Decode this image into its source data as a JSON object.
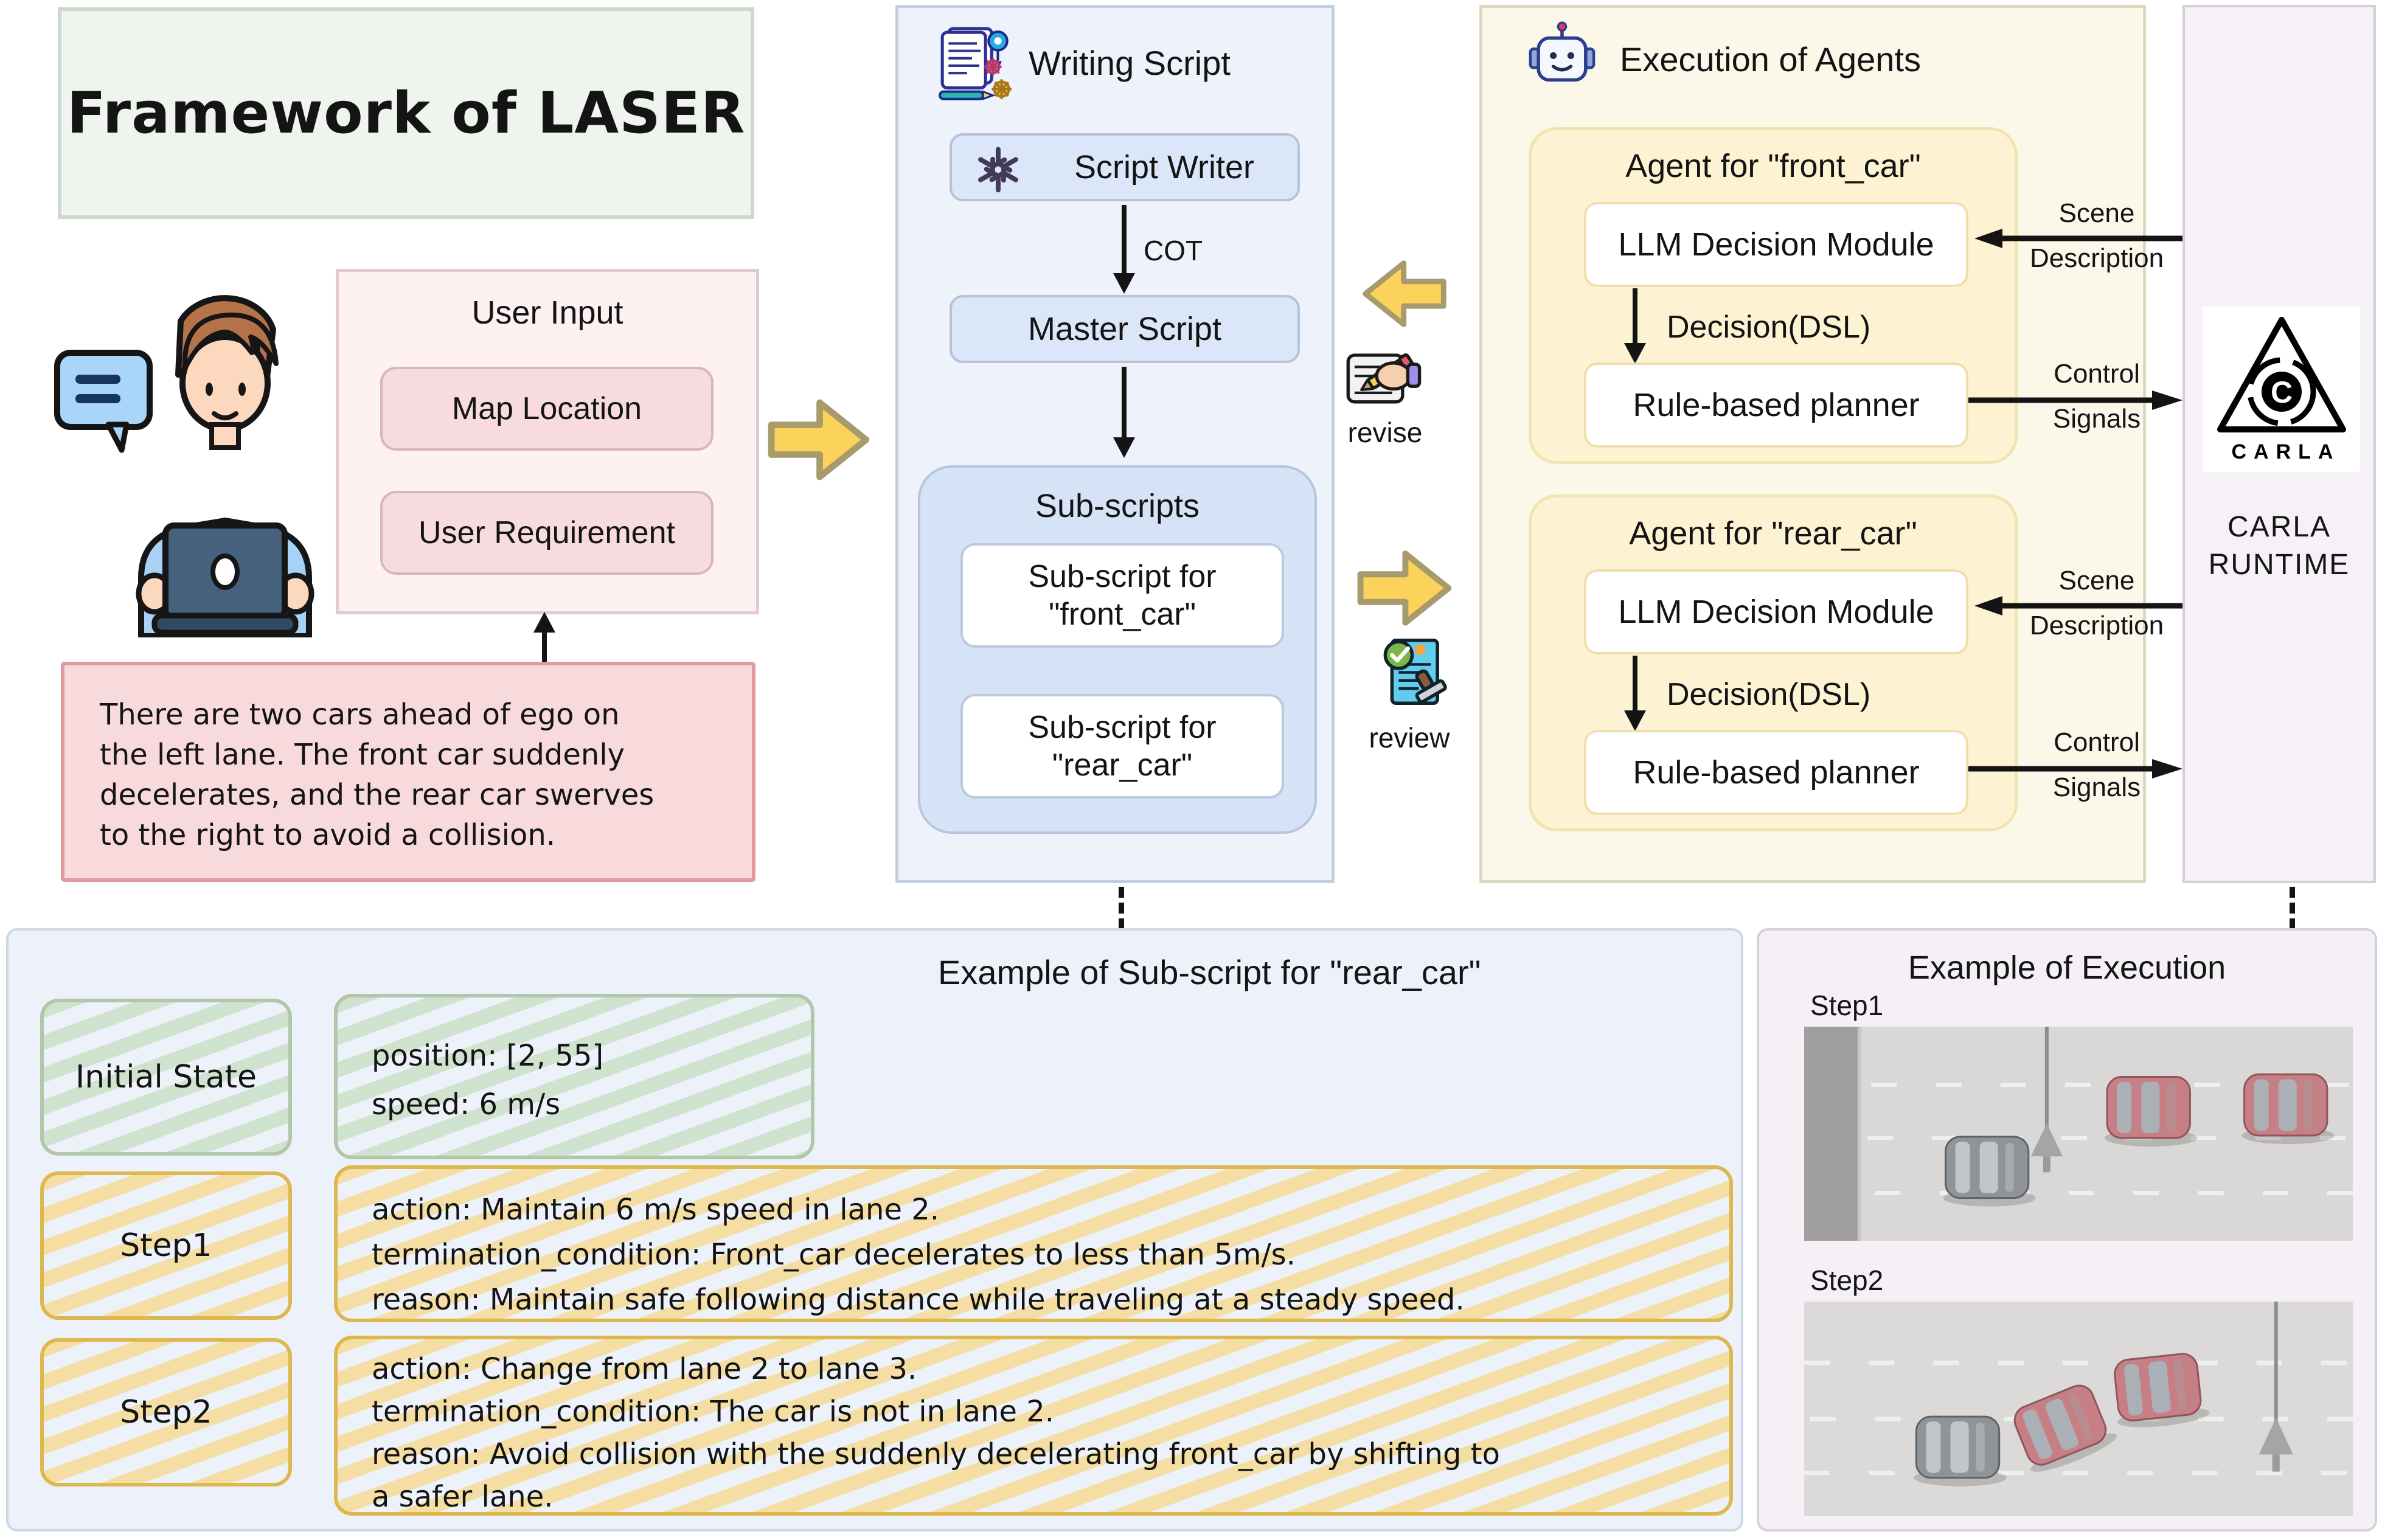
{
  "framework_title": "Framework of LASER",
  "user_input": {
    "title": "User Input",
    "fields": [
      "Map Location",
      "User Requirement"
    ],
    "scenario_lines": [
      "There are two cars ahead of ego on",
      "the left lane. The front car suddenly",
      "decelerates, and the rear car swerves",
      "to the right to avoid a collision."
    ]
  },
  "writing_script": {
    "title": "Writing Script",
    "script_writer_label": "Script Writer",
    "cot_label": "COT",
    "master_script_label": "Master Script",
    "sub_scripts_title": "Sub-scripts",
    "sub_script_items": [
      "Sub-script for \"front_car\"",
      "Sub-script for \"rear_car\""
    ]
  },
  "feedback": {
    "revise_label": "revise",
    "review_label": "review"
  },
  "execution": {
    "title": "Execution of Agents",
    "agents": [
      {
        "title": "Agent for \"front_car\"",
        "llm_label": "LLM Decision Module",
        "decision_label": "Decision(DSL)",
        "planner_label": "Rule-based planner"
      },
      {
        "title": "Agent for \"rear_car\"",
        "llm_label": "LLM Decision Module",
        "decision_label": "Decision(DSL)",
        "planner_label": "Rule-based planner"
      }
    ],
    "scene_lines": [
      "Scene",
      "Description"
    ],
    "control_lines": [
      "Control",
      "Signals"
    ]
  },
  "carla": {
    "logo_letter": "C",
    "logo_wordmark": "CARLA",
    "runtime_lines": [
      "CARLA",
      "RUNTIME"
    ]
  },
  "subscript_example": {
    "title": "Example of Sub-script for \"rear_car\"",
    "rows": [
      {
        "label": "Initial State",
        "style": "green",
        "lines": [
          "position: [2, 55]",
          "speed: 6 m/s"
        ]
      },
      {
        "label": "Step1",
        "style": "yellow",
        "lines": [
          "action: Maintain 6 m/s speed in lane 2.",
          "termination_condition: Front_car decelerates to less than 5m/s.",
          "reason: Maintain safe following distance while traveling at a steady speed."
        ]
      },
      {
        "label": "Step2",
        "style": "yellow",
        "lines": [
          "action: Change from lane 2 to lane 3.",
          "termination_condition: The car is not in lane 2.",
          "reason: Avoid collision with the suddenly decelerating front_car by shifting to",
          "a safer lane."
        ]
      }
    ]
  },
  "execution_example": {
    "title": "Example of Execution",
    "step_labels": [
      "Step1",
      "Step2"
    ]
  },
  "colors": {
    "panel_green_bg": "#eff5ee",
    "panel_pink_bg": "#fdf1f2",
    "panel_blue_bg": "#eef3fb",
    "panel_yellow_bg": "#fbf8ea",
    "panel_lavender_bg": "#f6f1f6",
    "scenario_box_bg": "#f8dadc",
    "arrow_yellow": "#fbd35b",
    "arrow_yellow_border": "#a79b6c",
    "hatch_green": "#b6d6aa",
    "hatch_yellow": "#f7d376"
  },
  "icons": {
    "user": "person-at-laptop-icon",
    "speech": "speech-bubble-icon",
    "writing_script": "document-pen-gears-icon",
    "script_writer": "openai-logo-icon",
    "execution": "robot-icon",
    "revise": "hand-writing-icon",
    "review": "approved-document-icon",
    "carla": "carla-logo-icon"
  }
}
